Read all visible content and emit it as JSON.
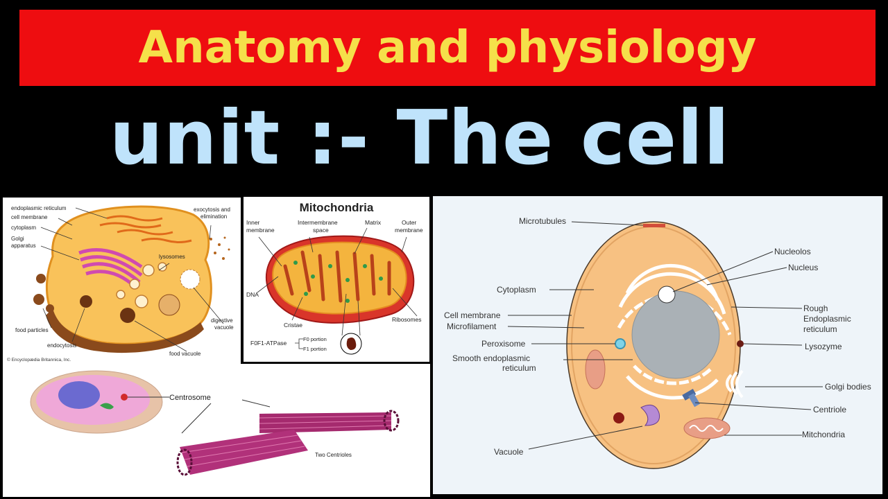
{
  "banner": {
    "title": "Anatomy and physiology"
  },
  "unit_title": "unit :- The cell",
  "cell_panel": {
    "labels": {
      "er": "endoplasmic reticulum",
      "membrane": "cell membrane",
      "cytoplasm": "cytoplasm",
      "golgi1": "Golgi",
      "golgi2": "apparatus",
      "lysosomes": "lysosomes",
      "exo1": "exocytosis and",
      "exo2": "elimination",
      "food_particles": "food particles",
      "endocytosis": "endocytosis",
      "digestive1": "digestive",
      "digestive2": "vacuole",
      "food_vacuole": "food vacuole",
      "copyright": "© Encyclopædia Britannica, Inc."
    }
  },
  "mito_panel": {
    "title": "Mitochondria",
    "labels": {
      "inner1": "Inner",
      "inner2": "membrane",
      "inter1": "Intermembrane",
      "inter2": "space",
      "matrix": "Matrix",
      "outer1": "Outer",
      "outer2": "membrane",
      "dna": "DNA",
      "cristae": "Cristae",
      "ribosomes": "Ribosomes",
      "atpase": "F0F1-ATPase",
      "f0": "F0 portion",
      "f1": "F1 portion"
    }
  },
  "centrosome_panel": {
    "labels": {
      "centrosome": "Centrosome",
      "two_centrioles": "Two Centrioles"
    }
  },
  "animal_cell_panel": {
    "labels": {
      "microtubules": "Microtubules",
      "nucleolos": "Nucleolos",
      "nucleus": "Nucleus",
      "cytoplasm": "Cytoplasm",
      "rough1": "Rough",
      "rough2": "Endoplasmic",
      "rough3": "reticulum",
      "cell_membrane": "Cell membrane",
      "microfilament": "Microfilament",
      "peroxisome": "Peroxisome",
      "lysozyme": "Lysozyme",
      "smooth1": "Smooth endoplasmic",
      "smooth2": "reticulum",
      "golgi": "Golgi bodies",
      "centriole": "Centriole",
      "mitchondria": "Mitchondria",
      "vacuole": "Vacuole"
    }
  },
  "colors": {
    "banner_bg": "#ee0d10",
    "banner_text": "#f5e04a",
    "unit_text": "#bfe3fb",
    "cytoplasm_orange": "#f7c182",
    "nucleus_gray": "#aab1b6"
  }
}
